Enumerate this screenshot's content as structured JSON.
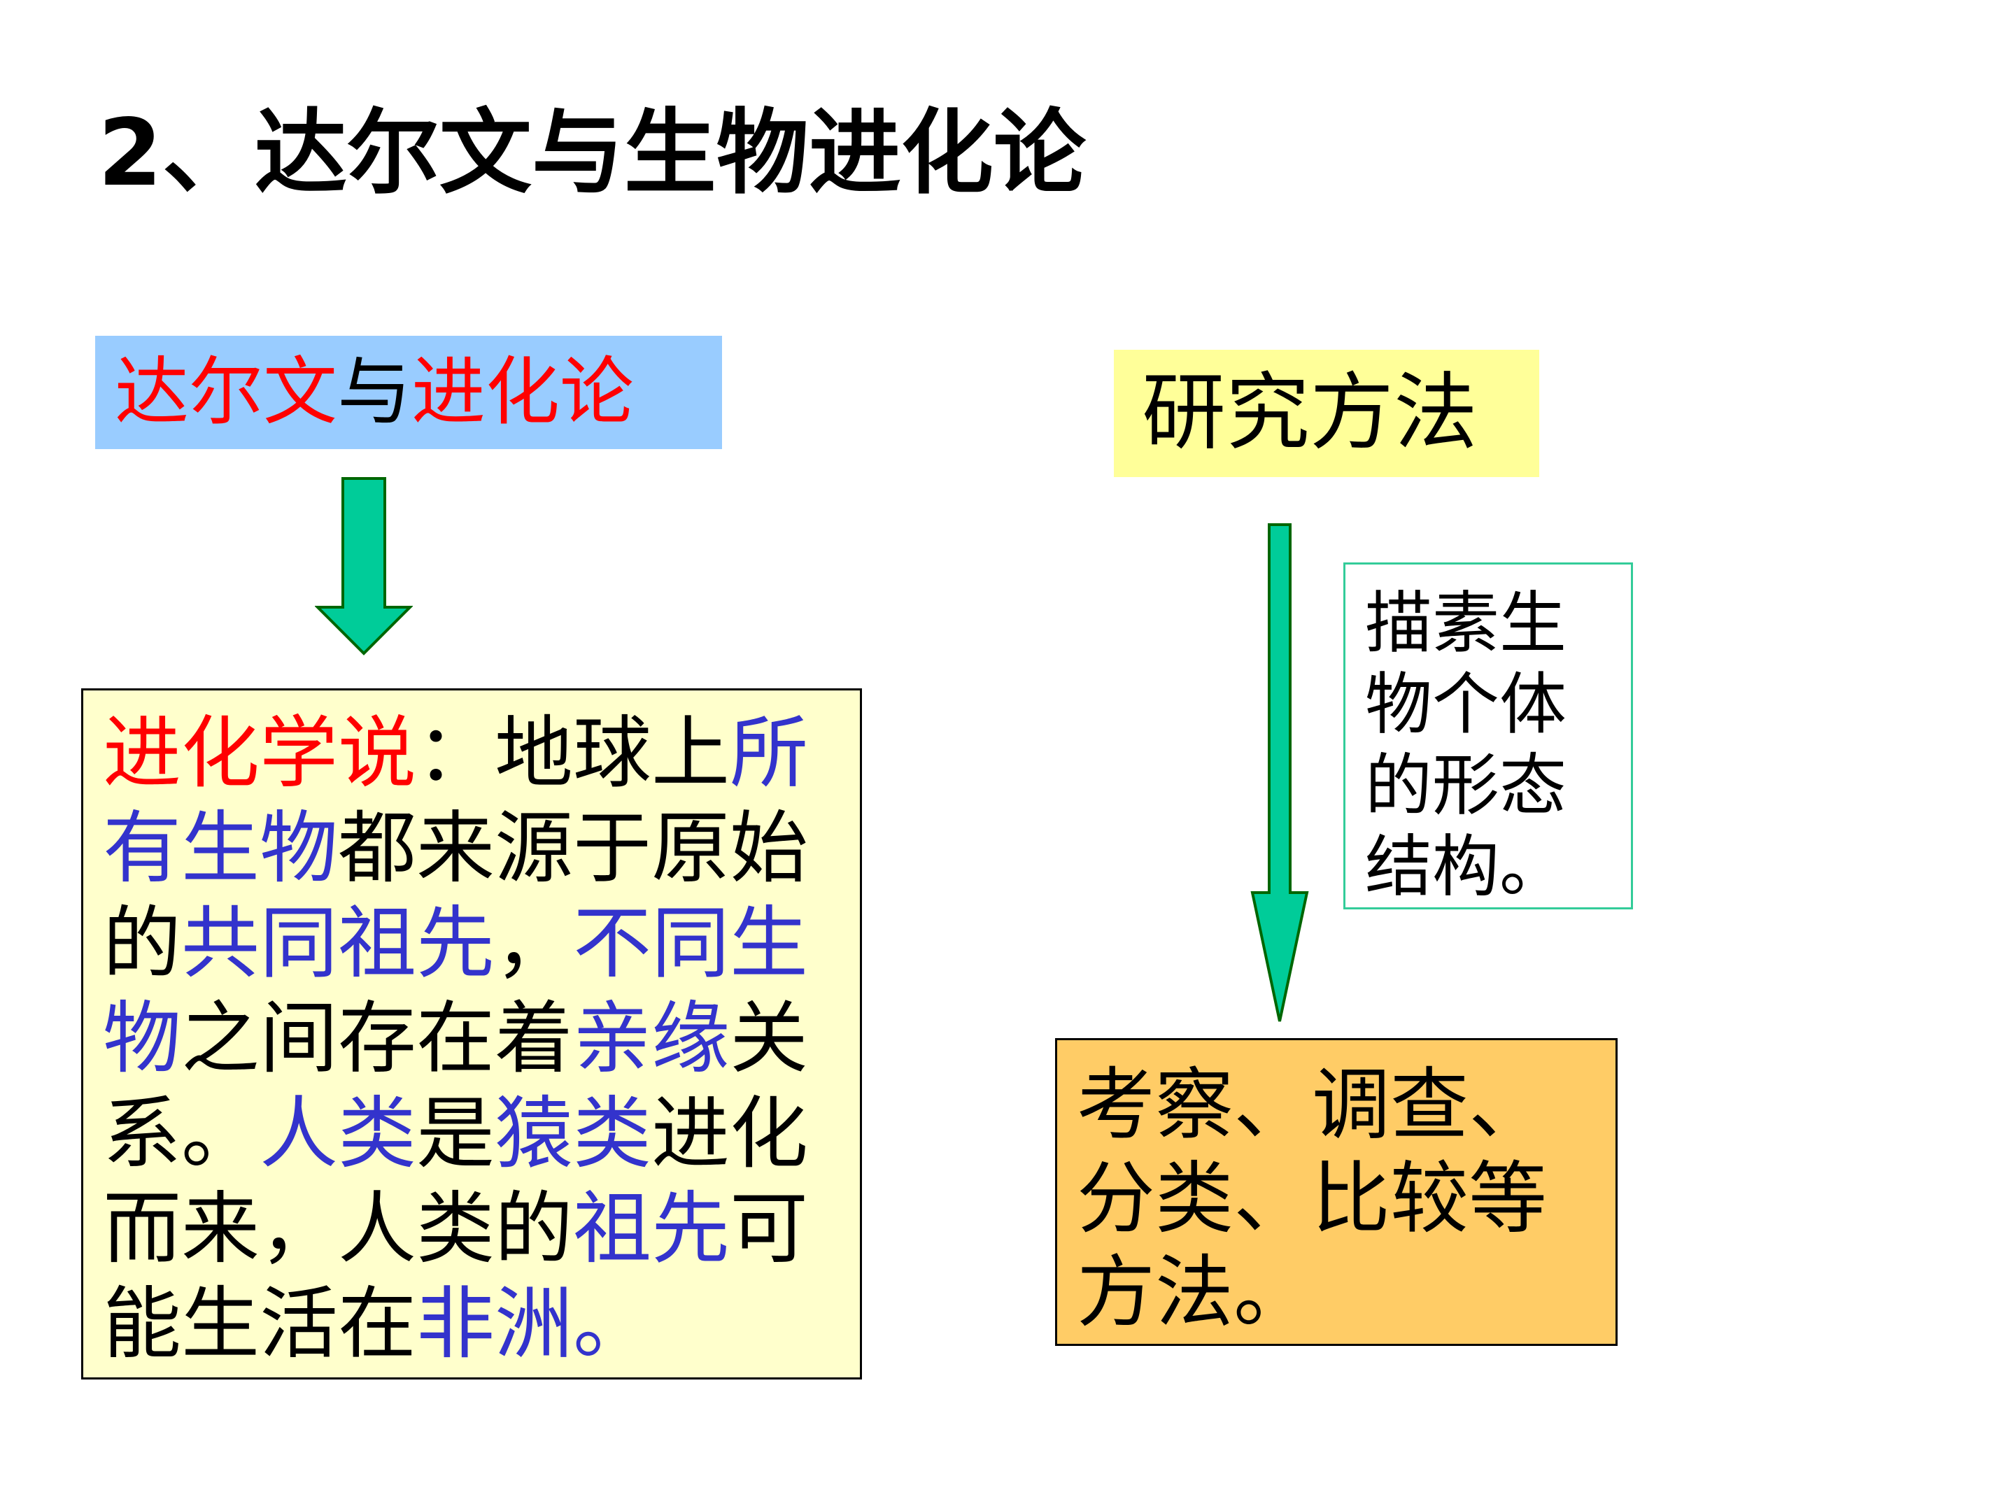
{
  "title": "2、达尔文与生物进化论",
  "left_heading": {
    "parts": [
      "达尔文",
      "与",
      "进化论"
    ]
  },
  "right_heading": {
    "text": "研究方法"
  },
  "theory_box": {
    "lines": [
      [
        "进化学说",
        "：地球上",
        "所"
      ],
      [
        "有生物",
        "都来源于原始"
      ],
      [
        "的",
        "共同祖先",
        "，",
        "不同生"
      ],
      [
        "物",
        "之间存在着",
        "亲缘",
        "关"
      ],
      [
        "系。",
        "人类",
        "是",
        "猿类",
        "进化"
      ],
      [
        "而来，人类的",
        "祖先",
        "可"
      ],
      [
        "能生活在",
        "非洲",
        "。"
      ]
    ]
  },
  "description_box": {
    "lines": [
      "描素生",
      "物个体",
      "的形态",
      "结构。"
    ]
  },
  "methods_box": {
    "lines": [
      "考察、调查、",
      "分类、比较等",
      "方法。"
    ]
  },
  "colors": {
    "title_text": "#000000",
    "highlight_red": "#ff0000",
    "highlight_blue": "#3333cc",
    "left_heading_bg": "#99ccff",
    "right_heading_bg": "#ffff99",
    "theory_bg": "#ffffcc",
    "methods_bg": "#ffcc66",
    "description_border": "#33cc99",
    "arrow_fill": "#00cc99",
    "arrow_stroke": "#006600"
  }
}
